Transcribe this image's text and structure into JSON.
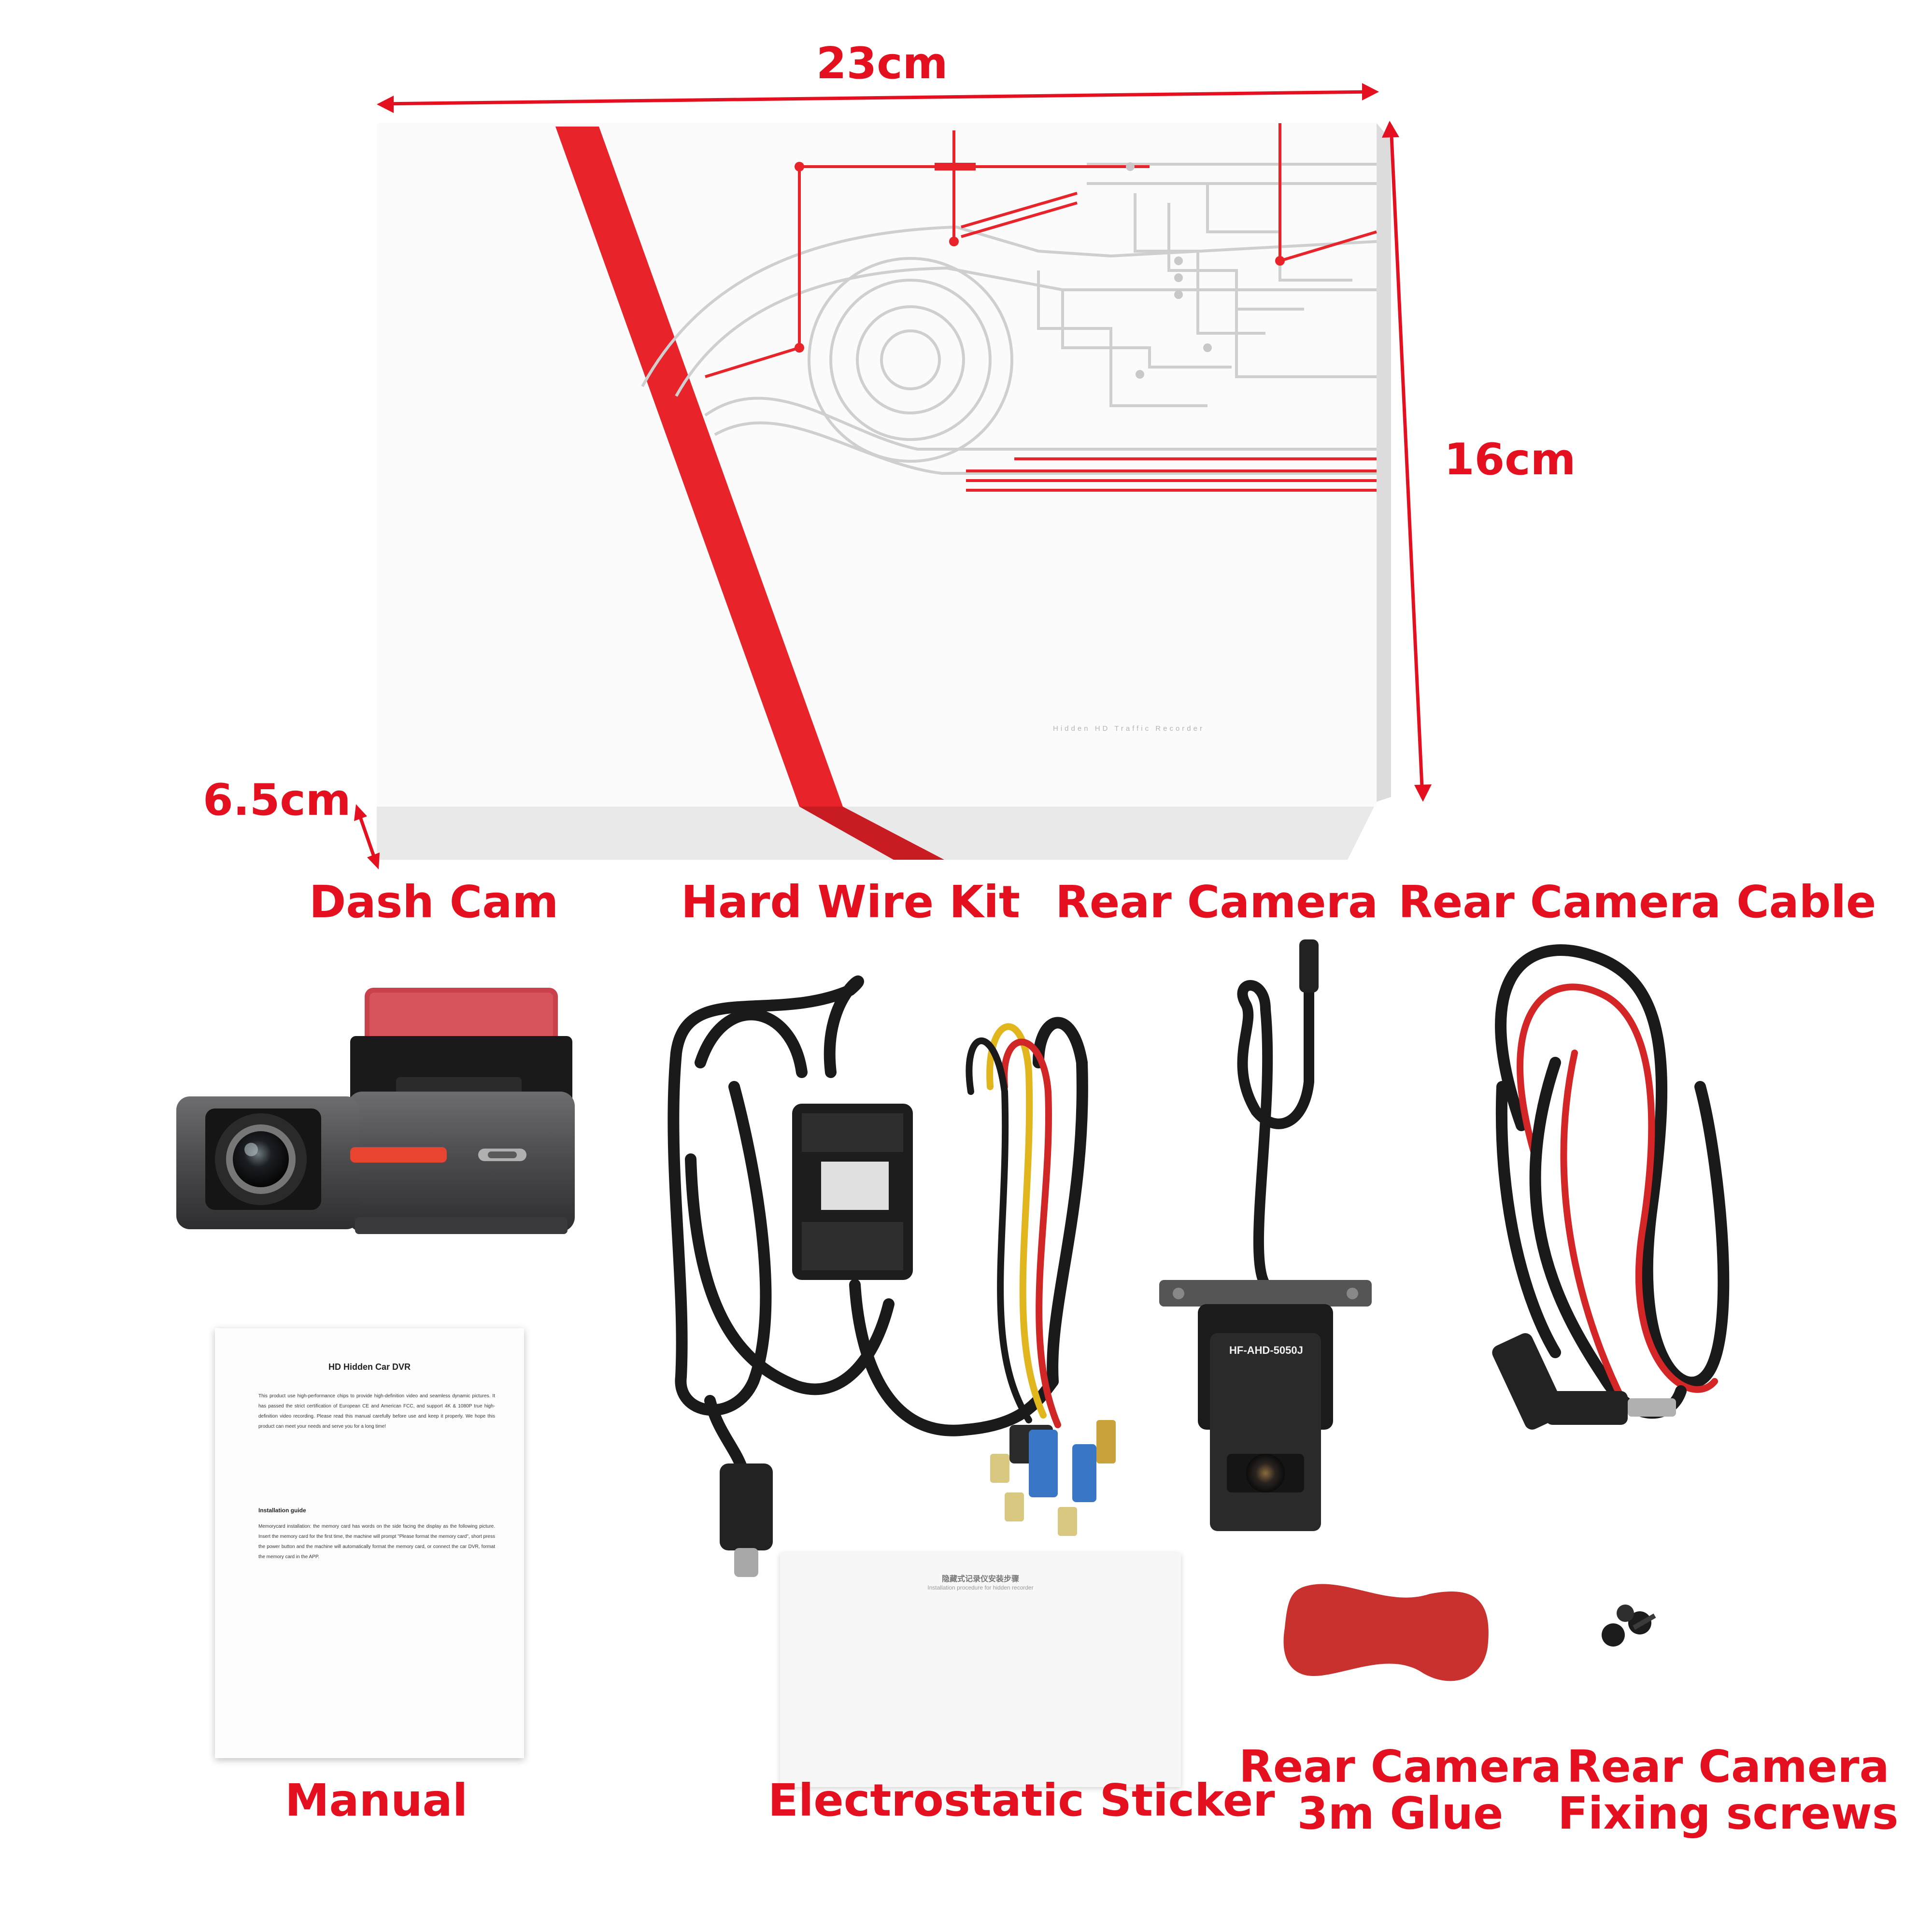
{
  "dimensions": {
    "width": "23cm",
    "height": "16cm",
    "depth": "6.5cm"
  },
  "box": {
    "tagline": "Hidden HD Traffic Recorder"
  },
  "items": {
    "dash_cam": "Dash Cam",
    "hard_wire_kit": "Hard Wire Kit",
    "rear_camera": "Rear Camera",
    "rear_camera_cable": "Rear Camera Cable",
    "manual": "Manual",
    "electrostatic_sticker": "Electrostatic Sticker",
    "rear_camera_glue_line1": "Rear Camera",
    "rear_camera_glue_line2": "3m Glue",
    "rear_camera_screws_line1": "Rear Camera",
    "rear_camera_screws_line2": "Fixing screws"
  },
  "rear_camera_model": "HF-AHD-5050J",
  "manual_doc": {
    "title": "HD Hidden Car DVR",
    "intro": "This product use high-performance chips to provide high-definition video and seamless dynamic pictures. It has passed the strict certification of European CE and American FCC, and support 4K & 1080P true high-definition video recording. Please read this manual carefully before use and keep it properly. We hope this product can meet your needs and serve you for a long time!",
    "guide_heading": "Installation guide",
    "guide_text": "Memorycard installation: the memory card has words on the side facing the display as the following picture. Insert the memory card for the first time, the machine will prompt \"Please format the memory card\", short press the power button and the machine will automatically format the memory card, or connect the car DVR, format the memory card in the APP."
  },
  "sticker_doc": {
    "title": "隐藏式记录仪安装步骤",
    "subtitle": "Installation procedure for hidden recorder"
  },
  "colors": {
    "accent_red": "#e4101f",
    "background": "#ffffff"
  }
}
